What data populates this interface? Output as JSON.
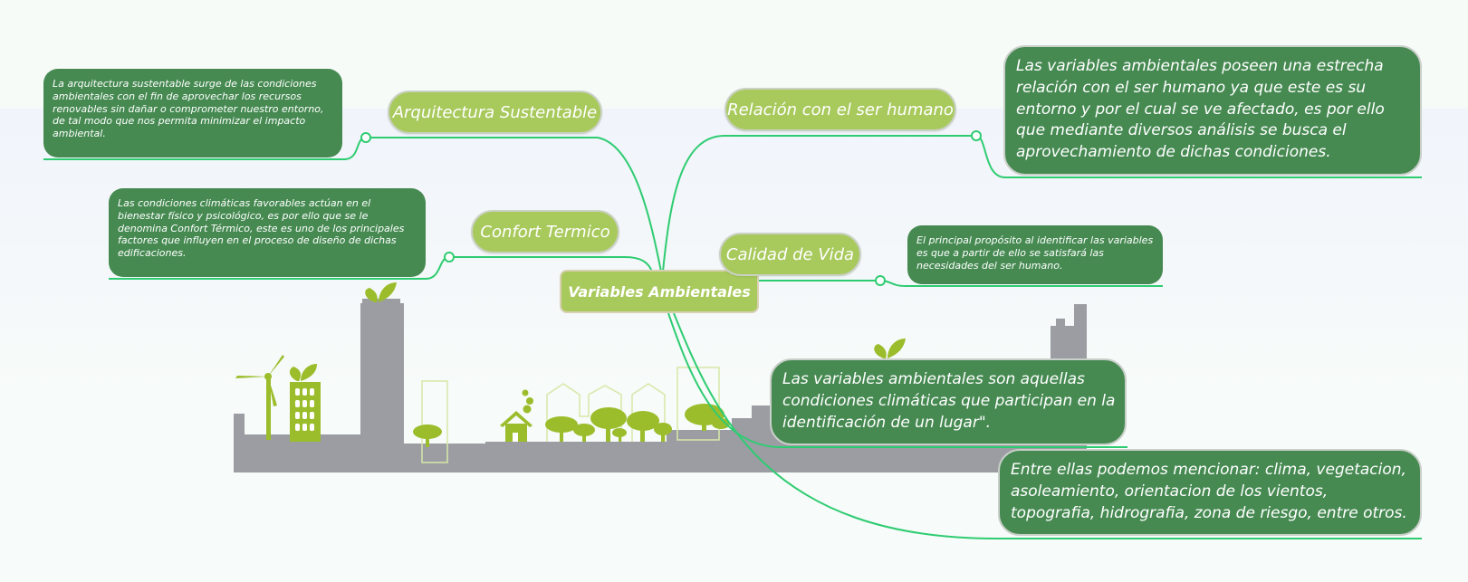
{
  "central": {
    "label": "Variables Ambientales"
  },
  "topics": [
    {
      "id": "arquitectura",
      "label": "Arquitectura Sustentable"
    },
    {
      "id": "confort",
      "label": "Confort Termico"
    },
    {
      "id": "relacion",
      "label": "Relación con el ser humano"
    },
    {
      "id": "calidad",
      "label": "Calidad de Vida"
    }
  ],
  "notes": {
    "arquitectura": "La arquitectura sustentable surge de las condiciones ambientales con el fin de aprovechar los recursos renovables sin dañar o comprometer nuestro entorno, de tal modo que nos permita minimizar el impacto ambiental.",
    "confort": "Las condiciones climáticas favorables actúan en el bienestar físico y psicológico, es por ello que se le denomina Confort Térmico, este es uno de los principales factores que influyen en el proceso de diseño de dichas edificaciones.",
    "relacion": "Las variables ambientales poseen una estrecha relación con el ser humano ya que este es su entorno y por el cual se ve afectado, es por ello que mediante diversos análisis se busca el aprovechamiento de dichas condiciones.",
    "calidad": "El principal propósito al identificar las variables es que a partir de ello se satisfará las necesidades del ser humano.",
    "definicion": "Las variables ambientales son aquellas condiciones climáticas  que participan en la identificación de un lugar\".",
    "ejemplos": "Entre ellas podemos mencionar:  clima, vegetacion, asoleamiento, orientacion de los vientos, topografia, hidrografia, zona de riesgo, entre otros."
  },
  "colors": {
    "topic_fill": "#a8c95c",
    "note_fill": "#468a52",
    "connector": "#2ecc71",
    "city_silhouette": "#9b9da3",
    "eco_green": "#9bbd2b"
  }
}
